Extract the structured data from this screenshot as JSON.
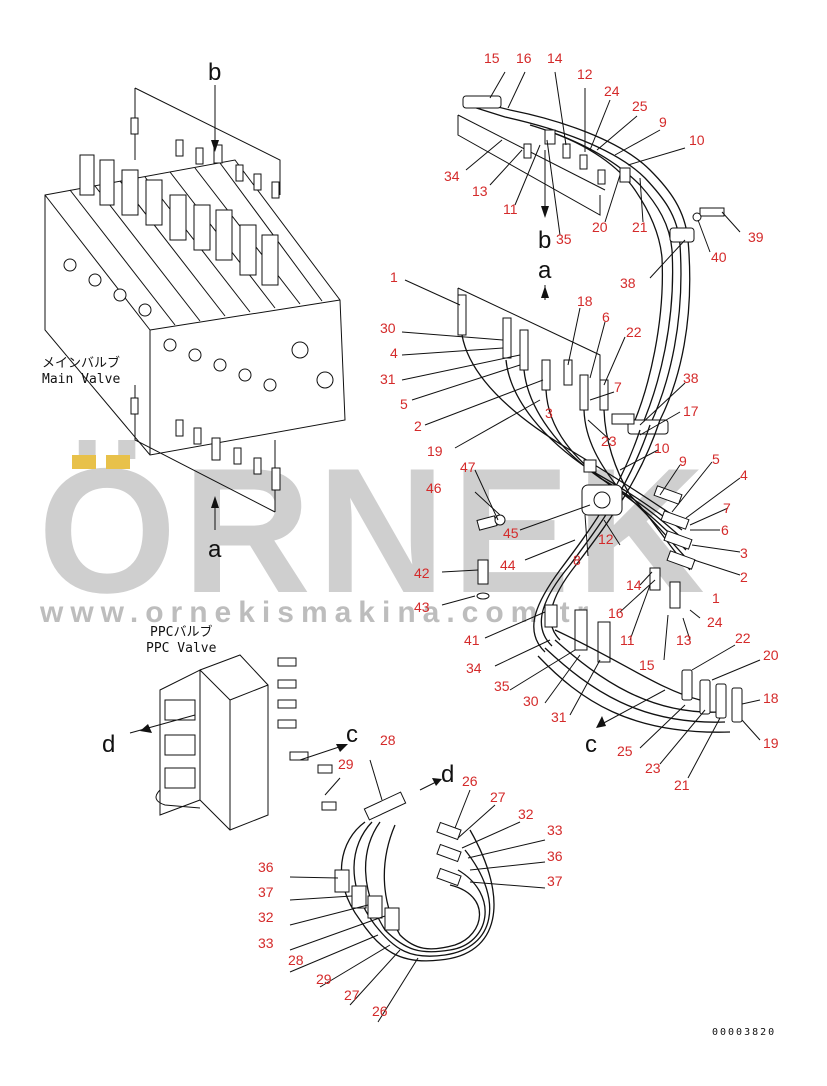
{
  "labels": {
    "main_valve_jp": "メインバルブ",
    "main_valve_en": "Main Valve",
    "ppc_valve_jp": "PPCバルブ",
    "ppc_valve_en": "PPC Valve",
    "drawing_code": "00003820"
  },
  "refs": {
    "b": "b",
    "a": "a",
    "c": "c",
    "d": "d"
  },
  "watermark": {
    "brand": "ÖRNEK",
    "url": "www.ornekismakina.com.tr"
  },
  "callouts": {
    "n1": "1",
    "n2": "2",
    "n3": "3",
    "n4": "4",
    "n5": "5",
    "n6": "6",
    "n7": "7",
    "n8": "8",
    "n9": "9",
    "n10": "10",
    "n11": "11",
    "n12": "12",
    "n13": "13",
    "n14": "14",
    "n15": "15",
    "n16": "16",
    "n17": "17",
    "n18": "18",
    "n19": "19",
    "n20": "20",
    "n21": "21",
    "n22": "22",
    "n23": "23",
    "n24": "24",
    "n25": "25",
    "n26": "26",
    "n27": "27",
    "n28": "28",
    "n29": "29",
    "n30": "30",
    "n31": "31",
    "n32": "32",
    "n33": "33",
    "n34": "34",
    "n35": "35",
    "n36": "36",
    "n37": "37",
    "n38": "38",
    "n39": "39",
    "n40": "40",
    "n41": "41",
    "n42": "42",
    "n43": "43",
    "n44": "44",
    "n45": "45",
    "n46": "46",
    "n47": "47"
  },
  "colors": {
    "callout": "#d42a2a",
    "line": "#111111",
    "watermark": "#cfcfcf",
    "watermark_accent": "#e8c14a"
  }
}
